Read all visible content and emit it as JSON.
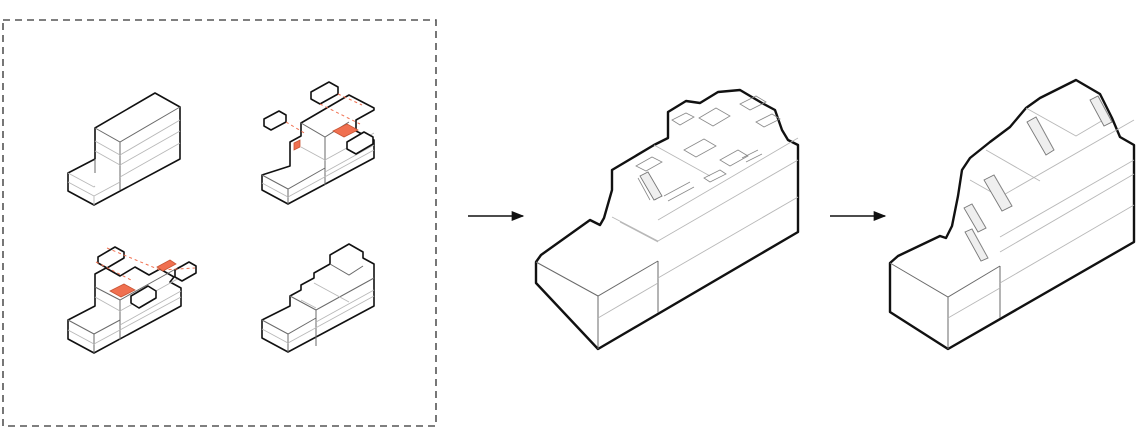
{
  "diagram": {
    "colors": {
      "outline": "#111111",
      "floor_line": "#b8b8b8",
      "dashed_frame": "#555555",
      "highlight": "#f07050",
      "arrow": "#111111"
    },
    "steps": [
      {
        "id": "step-1",
        "icon": "massing-base-icon"
      },
      {
        "id": "step-2",
        "icon": "massing-lifted-volumes-icon"
      },
      {
        "id": "step-3",
        "icon": "massing-shifted-volumes-icon"
      },
      {
        "id": "step-4",
        "icon": "massing-stepped-icon"
      },
      {
        "id": "result-1",
        "icon": "building-with-furniture-icon"
      },
      {
        "id": "result-2",
        "icon": "building-with-stairs-icon"
      }
    ],
    "arrows": [
      {
        "from": "process-box",
        "to": "result-1",
        "icon": "arrow-right-icon"
      },
      {
        "from": "result-1",
        "to": "result-2",
        "icon": "arrow-right-icon"
      }
    ]
  }
}
